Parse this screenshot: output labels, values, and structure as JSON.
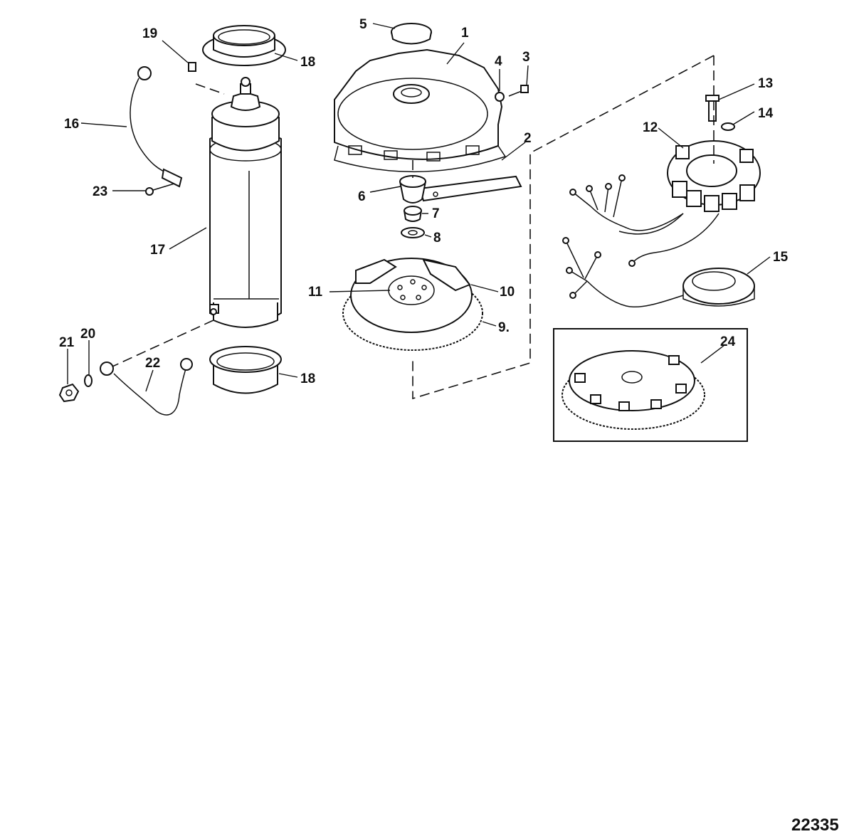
{
  "callouts": {
    "c1": "1",
    "c2": "2",
    "c3": "3",
    "c4": "4",
    "c5": "5",
    "c6": "6",
    "c7": "7",
    "c8": "8",
    "c9": "9.",
    "c10": "10",
    "c11": "11",
    "c12": "12",
    "c13": "13",
    "c14": "14",
    "c15": "15",
    "c16": "16",
    "c17": "17",
    "c18a": "18",
    "c18b": "18",
    "c19": "19",
    "c20": "20",
    "c21": "21",
    "c22": "22",
    "c23": "23",
    "c24": "24"
  },
  "figure_number": "22335"
}
